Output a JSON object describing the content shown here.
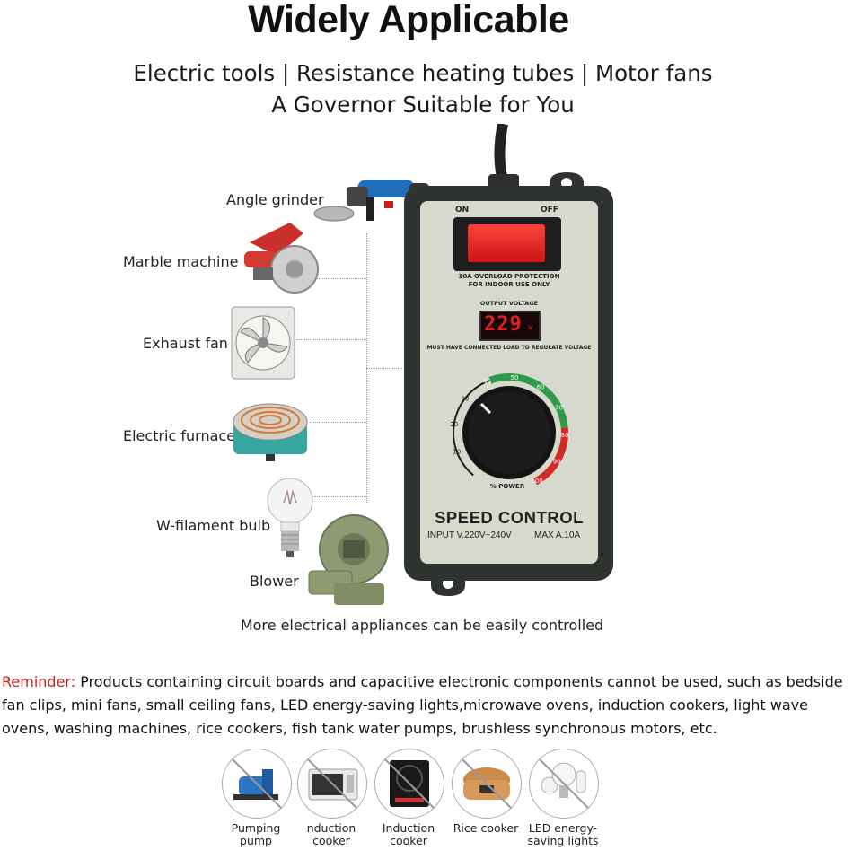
{
  "header": {
    "title": "Widely Applicable",
    "subtitle_line1": "Electric tools | Resistance heating tubes | Motor fans",
    "subtitle_line2": "A Governor Suitable for You"
  },
  "applications": [
    {
      "label": "Angle grinder",
      "icon": "angle-grinder-icon"
    },
    {
      "label": "Marble machine",
      "icon": "marble-machine-icon"
    },
    {
      "label": "Exhaust fan",
      "icon": "exhaust-fan-icon"
    },
    {
      "label": "Electric furnace",
      "icon": "electric-furnace-icon"
    },
    {
      "label": "W-filament bulb",
      "icon": "light-bulb-icon"
    },
    {
      "label": "Blower",
      "icon": "blower-icon"
    }
  ],
  "device": {
    "switch_on": "ON",
    "switch_off": "OFF",
    "protection_line1": "10A OVERLOAD PROTECTION",
    "protection_line2": "FOR INDOOR USE ONLY",
    "output_label": "OUTPUT VOLTAGE",
    "display_value": "229",
    "display_unit": "v",
    "warning": "MUST HAVE CONNECTED LOAD TO REGULATE VOLTAGE",
    "dial_ticks": [
      "10",
      "20",
      "30",
      "40",
      "50",
      "60",
      "70",
      "80",
      "90",
      "100"
    ],
    "dial_label": "% POWER",
    "brand_label": "SPEED CONTROL",
    "input_spec": "INPUT V.220V~240V",
    "max_spec": "MAX A.10A",
    "colors": {
      "green": "#2e9a4a",
      "red": "#d42a24",
      "display": "#e02020"
    }
  },
  "more_text": "More electrical appliances can be easily controlled",
  "reminder": {
    "label": "Reminder:",
    "text": " Products containing circuit boards and capacitive electronic components cannot be used, such as bedside fan clips, mini fans, small ceiling fans, LED energy-saving lights,microwave ovens, induction cookers, light wave ovens, washing machines, rice cookers, fish tank water pumps, brushless synchronous motors, etc.",
    "color": "#d0201c"
  },
  "not_suitable": [
    {
      "line1": "Pumping",
      "line2": "pump",
      "icon": "water-pump-icon"
    },
    {
      "line1": "nduction",
      "line2": "cooker",
      "icon": "microwave-icon"
    },
    {
      "line1": "Induction",
      "line2": "cooker",
      "icon": "induction-cooker-icon"
    },
    {
      "line1": "Rice cooker",
      "line2": "",
      "icon": "rice-cooker-icon"
    },
    {
      "line1": "LED energy-",
      "line2": "saving lights",
      "icon": "led-bulb-icon"
    }
  ]
}
